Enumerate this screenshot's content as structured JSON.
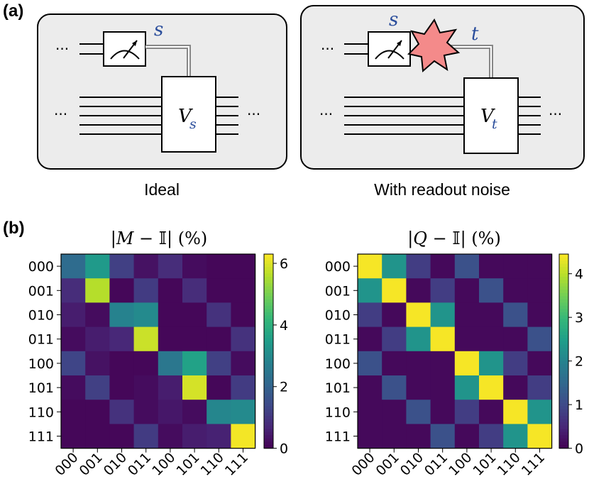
{
  "panel_a": {
    "label": "(a)",
    "left": {
      "caption": "Ideal",
      "outcome_symbol": "s",
      "gate_symbol": "V",
      "gate_subscript": "s"
    },
    "right": {
      "caption": "With readout noise",
      "outcome_symbol": "s",
      "noisy_symbol": "t",
      "gate_symbol": "V",
      "gate_subscript": "t"
    },
    "ellipsis": "···",
    "colors": {
      "box_fill": "#ececec",
      "symbol_color": "#2a4d9b",
      "noise_fill": "#f48a8a"
    }
  },
  "panel_b": {
    "label": "(b)"
  },
  "chart_data": [
    {
      "type": "heatmap",
      "title_abs_open": "|",
      "title_symbol": "M",
      "title_rest": " − 𝕀| (%)",
      "rows": [
        "000",
        "001",
        "010",
        "011",
        "100",
        "101",
        "110",
        "111"
      ],
      "cols": [
        "000",
        "001",
        "010",
        "011",
        "100",
        "101",
        "110",
        "111"
      ],
      "values": [
        [
          2.2,
          3.4,
          1.2,
          0.3,
          0.8,
          0.2,
          0.1,
          0.1
        ],
        [
          0.8,
          5.6,
          0.1,
          1.1,
          0.1,
          0.8,
          0.1,
          0.1
        ],
        [
          0.5,
          0.2,
          2.8,
          3.0,
          0.1,
          0.1,
          0.9,
          0.1
        ],
        [
          0.2,
          0.5,
          0.7,
          5.8,
          0.1,
          0.1,
          0.1,
          0.9
        ],
        [
          1.3,
          0.3,
          0.1,
          0.1,
          2.5,
          3.6,
          1.2,
          0.2
        ],
        [
          0.2,
          1.2,
          0.1,
          0.2,
          0.5,
          5.9,
          0.1,
          1.1
        ],
        [
          0.1,
          0.1,
          0.9,
          0.2,
          0.4,
          0.2,
          2.9,
          3.0
        ],
        [
          0.1,
          0.1,
          0.1,
          1.1,
          0.2,
          0.5,
          0.6,
          6.2
        ]
      ],
      "vmin": 0,
      "vmax": 6.3,
      "colorbar_ticks": [
        0,
        2,
        4,
        6
      ],
      "colormap": "viridis"
    },
    {
      "type": "heatmap",
      "title_abs_open": "|",
      "title_symbol": "Q",
      "title_rest": " − 𝕀| (%)",
      "rows": [
        "000",
        "001",
        "010",
        "011",
        "100",
        "101",
        "110",
        "111"
      ],
      "cols": [
        "000",
        "001",
        "010",
        "011",
        "100",
        "101",
        "110",
        "111"
      ],
      "values": [
        [
          4.4,
          2.3,
          0.8,
          0.1,
          1.1,
          0.1,
          0.1,
          0.1
        ],
        [
          2.3,
          4.4,
          0.1,
          0.8,
          0.1,
          1.1,
          0.1,
          0.1
        ],
        [
          0.8,
          0.1,
          4.4,
          2.3,
          0.1,
          0.1,
          1.1,
          0.1
        ],
        [
          0.1,
          0.8,
          2.3,
          4.4,
          0.1,
          0.1,
          0.1,
          1.1
        ],
        [
          1.1,
          0.1,
          0.1,
          0.1,
          4.4,
          2.3,
          0.8,
          0.1
        ],
        [
          0.1,
          1.1,
          0.1,
          0.1,
          2.3,
          4.4,
          0.1,
          0.8
        ],
        [
          0.1,
          0.1,
          1.1,
          0.1,
          0.8,
          0.1,
          4.4,
          2.3
        ],
        [
          0.1,
          0.1,
          0.1,
          1.1,
          0.1,
          0.8,
          2.3,
          4.4
        ]
      ],
      "vmin": 0,
      "vmax": 4.45,
      "colorbar_ticks": [
        0,
        1,
        2,
        3,
        4
      ],
      "colormap": "viridis"
    }
  ]
}
